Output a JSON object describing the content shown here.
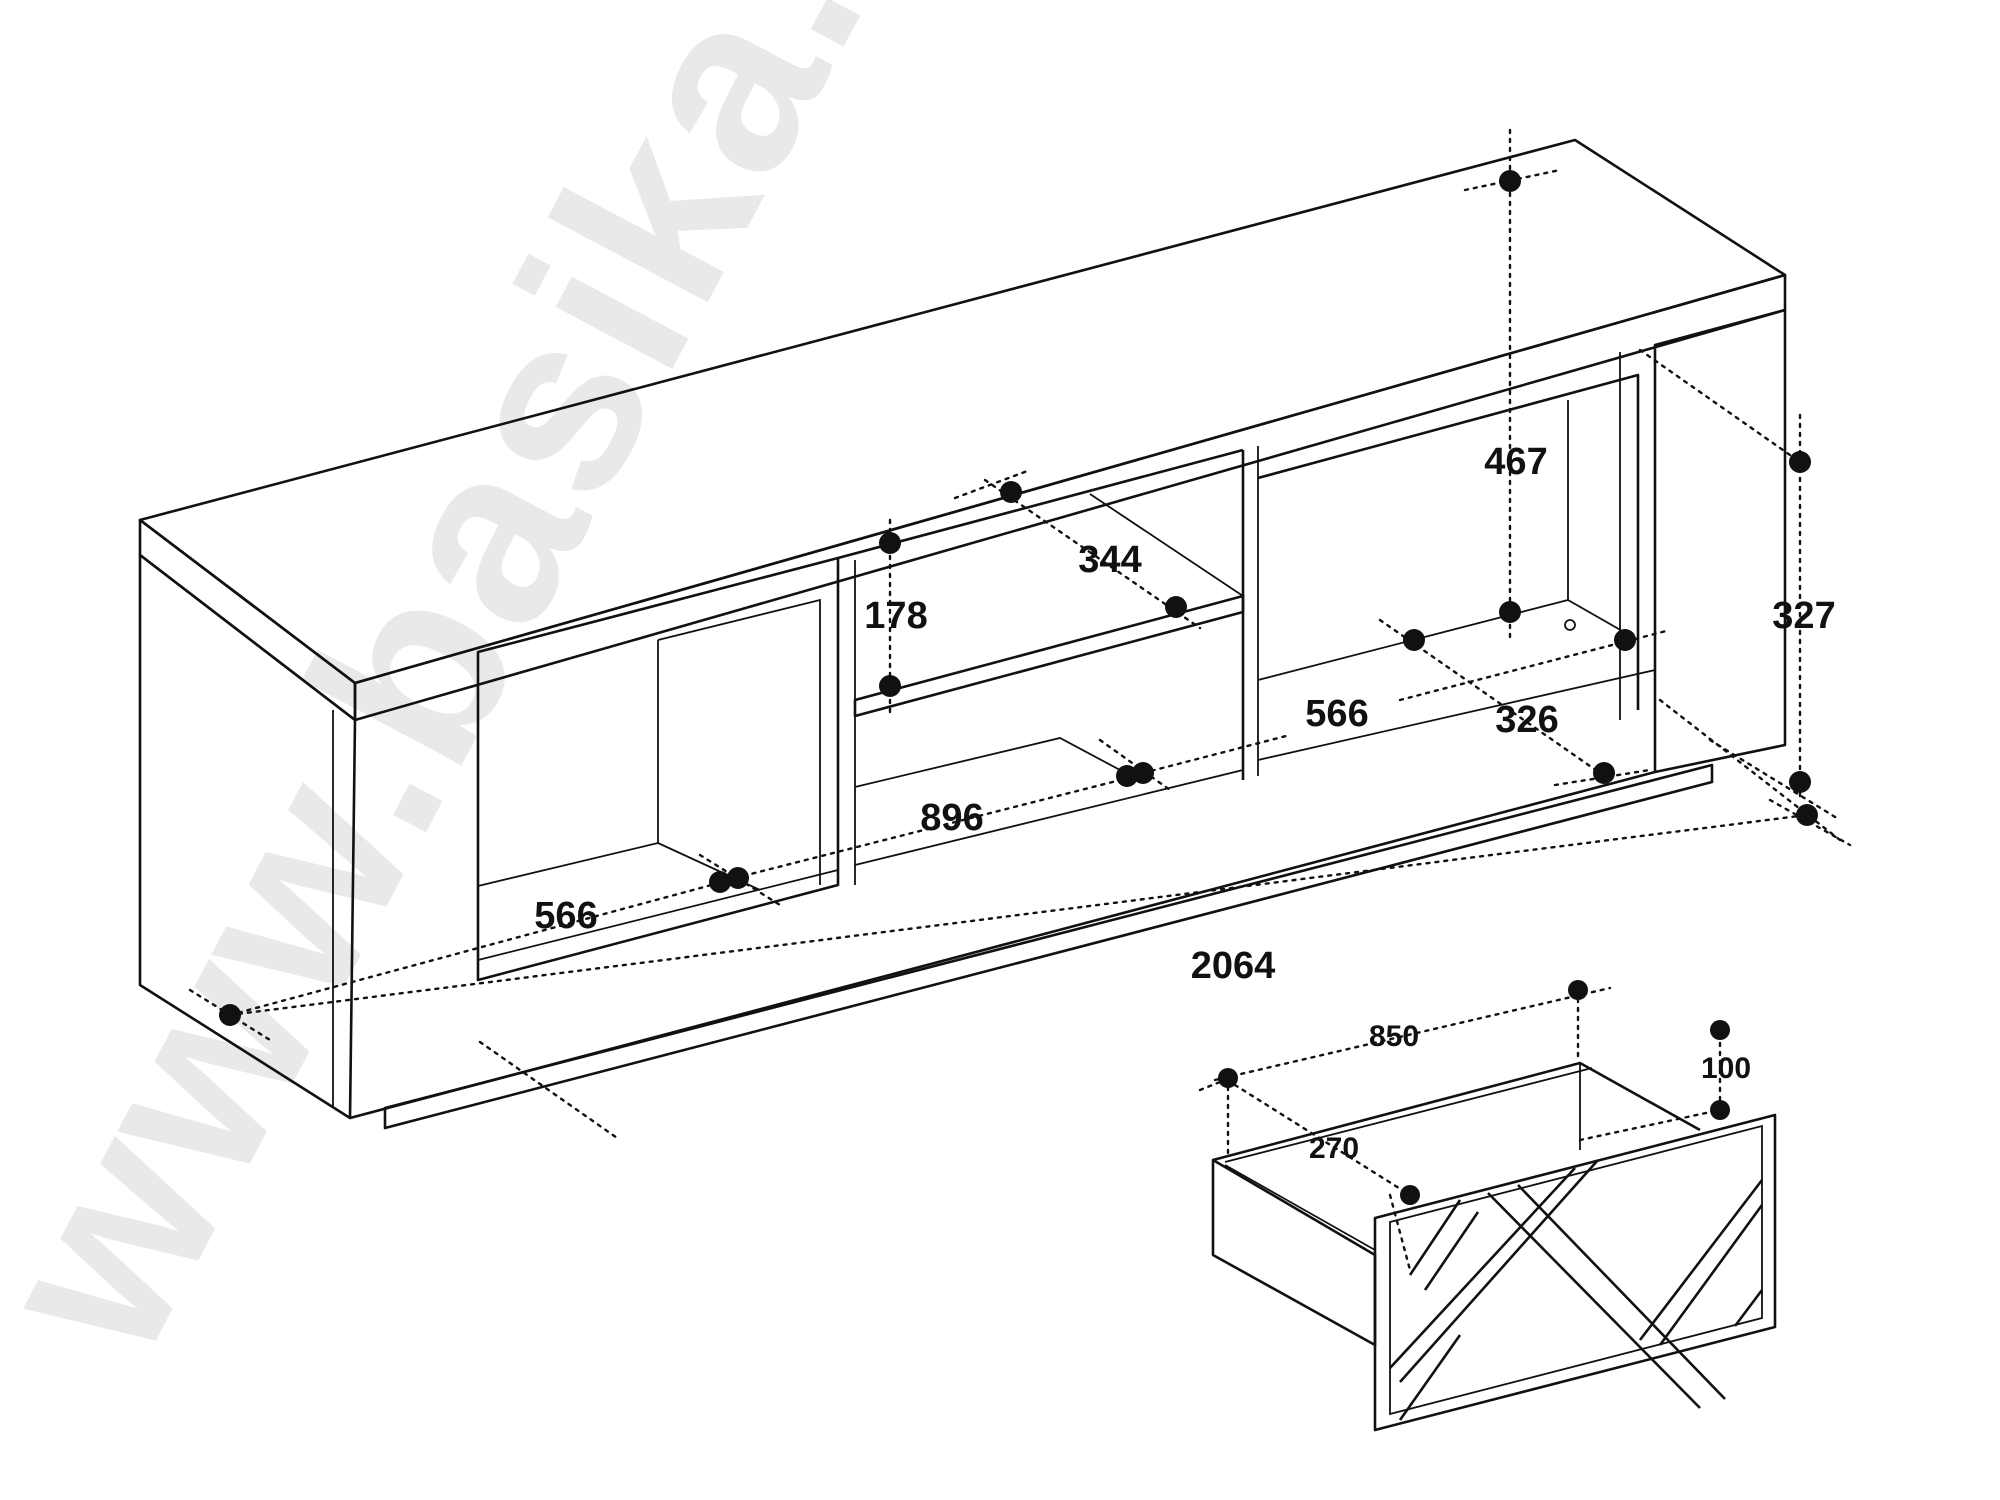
{
  "watermark": "www.basika.fr",
  "cabinet": {
    "dimensions": {
      "total_width": "2064",
      "depth": "467",
      "height": "327",
      "left_niche_width": "566",
      "middle_niche_width": "896",
      "shelf_depth": "344",
      "shelf_gap": "178",
      "right_niche_width": "566",
      "right_niche_depth": "326"
    }
  },
  "drawer": {
    "dimensions": {
      "width": "850",
      "depth": "270",
      "height": "100"
    }
  }
}
